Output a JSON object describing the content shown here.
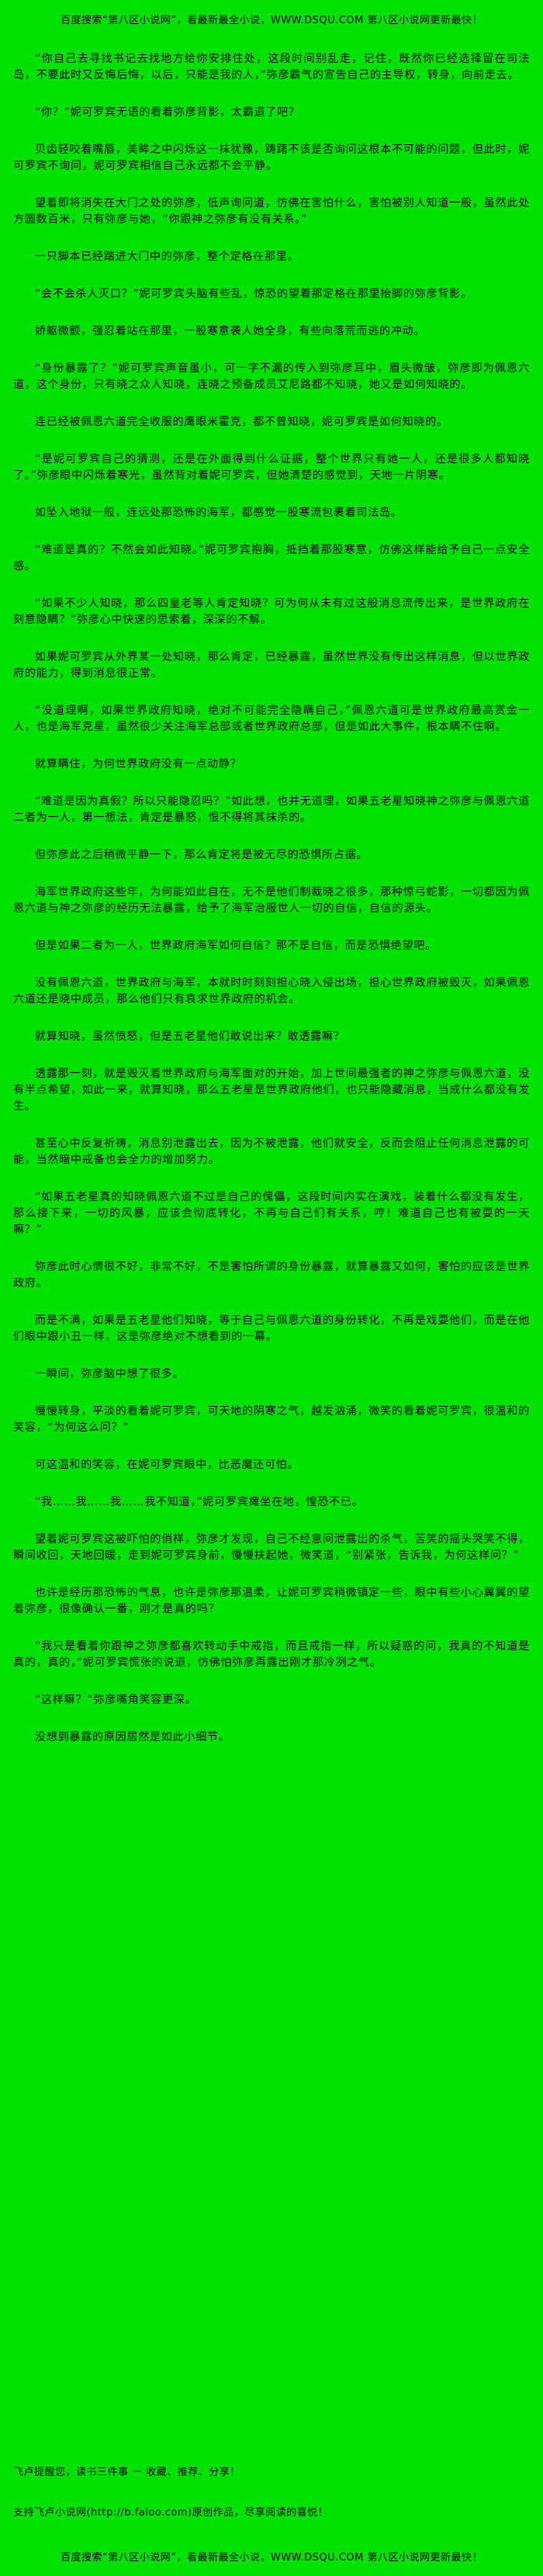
{
  "page": {
    "colors": {
      "background": "#00e300",
      "text": "#000000"
    },
    "header": {
      "promo": "百度搜索“第八区小说网”，看最新最全小说，WWW.DSQU.COM  第八区小说网更新最快！"
    },
    "content": {
      "paragraphs": [
        "“你自己去寻找书记去找地方给你安排住处，这段时间别乱走，记住，既然你已经选择留在司法岛，不要此时又反悔后悔，以后，只能是我的人，”弥彦霸气的宣告自己的主导权，转身，向前走去。",
        "“你？”妮可罗宾无语的看着弥彦背影，太霸道了吧？",
        "贝齿轻咬着嘴唇，美眸之中闪烁这一抹犹豫，踌躇不该是否询问这根本不可能的问题，但此时，妮可罗宾不询问，妮可罗宾相信自己永远都不会平静。",
        "望着即将消失在大门之处的弥彦，低声询问道，仿佛在害怕什么，害怕被别人知道一般，虽然此处方圆数百米，只有弥彦与她，“你跟神之弥彦有没有关系。”",
        "一只脚本已经踏进大门中的弥彦，整个定格在那里。",
        "“会不会杀人灭口？”妮可罗宾头脑有些乱，惊恐的望着那定格在那里抬脚的弥彦背影。",
        "娇躯微颤，强忍着站在那里，一股寒意袭人她全身，有些向落荒而逃的冲动。",
        "“身份暴露了？”妮可罗宾声音虽小，可一字不漏的传入到弥彦耳中，眉头微皱，弥彦即为佩恩六道，这个身份，只有晓之众人知晓，连晓之预备成员艾尼路都不知晓，她又是如何知晓的。",
        "连已经被佩恩六道完全收服的鹰眼米霍克，都不曾知晓，妮可罗宾是如何知晓的。",
        "“是妮可罗宾自己的猜测，还是在外面得到什么证据，整个世界只有她一人，还是很多人都知晓了。”弥彦眼中闪烁着寒光，虽然背对着妮可罗宾，但她清楚的感觉到，天地一片阴寒。",
        "如坠入地狱一般，连远处那恐怖的海军，都感觉一股寒流包裹着司法岛。",
        "“难道是真的？不然会如此知晓。”妮可罗宾抱胸，抵挡着那股寒意，仿佛这样能给予自己一点安全感。",
        "“如果不少人知晓，那么四皇老等人肯定知晓？可为何从未有过这般消息流传出来，是世界政府在刻意隐瞒？”弥彦心中快速的思索着，深深的不解。",
        "如果妮可罗宾从外界某一处知晓，那么肯定，已经暴露，虽然世界没有传出这样消息，但以世界政府的能力，得到消息很正常。",
        "“没道理啊，如果世界政府知晓，绝对不可能完全隐瞒自己，”佩恩六道可是世界政府最高赏金一人，也是海军克星，虽然很少关注海军总部或者世界政府总部，但是如此大事件，根本瞒不住啊。",
        "就算瞒住，为何世界政府没有一点动静？",
        "“难道是因为真假？所以只能隐忍吗？”如此想，也并无道理，如果五老星知晓神之弥彦与佩恩六道二者为一人，第一想法，肯定是暴怒，恨不得将其抹杀的。",
        "但弥彦此之后稍微平静一下，那么肯定将是被无尽的恐惧所占据。",
        "海军世界政府这些年，为何能如此自在，无不是他们制裁晓之很多，那种惊弓蛇影，一切都因为佩恩六道与神之弥彦的经历无法暴露，给予了海军治服世人一切的自信，自信的源头。",
        "但是如果二者为一人，世界政府海军如何自信？那不是自信，而是恐惧绝望吧。",
        "没有佩恩六道，世界政府与海军，本就时时刻刻担心晓入侵出场，担心世界政府被毁灭，如果佩恩六道还是晓中成员，那么他们只有哀求世界政府的机会。",
        "就算知晓，虽然愤怒，但是五老星他们敢说出来？敢透露嘛？",
        "透露那一刻，就是毁灭着世界政府与海军面对的开始，加上世间最强者的神之弥彦与佩恩六道，没有半点希望，如此一来，就算知晓，那么五老星是世界政府他们，也只能隐藏消息，当成什么都没有发生。",
        "甚至心中反复祈祷，消息别泄露出去，因为不被泄露，他们就安全，反而会阻止任何消息泄露的可能，当然暗中戒备也会全力的增加努力。",
        "“如果五老星真的知晓佩恩六道不过是自己的傀儡，这段时间内实在演戏，装着什么都没有发生，那么接下来，一切的风暴，应该会彻底转化，不再与自己们有关系，哼！难道自己也有被耍的一天嘛？”",
        "弥彦此时心情很不好，非常不好，不是害怕所谓的身份暴露，就算暴露又如何，害怕的应该是世界政府。",
        "而是不满，如果是五老星他们知晓，等于自己与佩恩六道的身份转化，不再是戏耍他们，而是在他们眼中跟小丑一样，这是弥彦绝对不想看到的一幕。",
        "一瞬间，弥彦脑中想了很多。",
        "慢慢转身，平淡的看着妮可罗宾，可天地的阴寒之气，越发汹涌，微笑的看着妮可罗宾，很温和的笑容，“为何这么问？”",
        "可这温和的笑容，在妮可罗宾眼中，比恶魔还可怕。",
        "“我……我……我……我不知道，”妮可罗宾瘫坐在地，惶恐不已。",
        "望着妮可罗宾这被吓怕的俏样，弥彦才发现，自己不经意间泄露出的杀气，苦笑的摇头哭笑不得，瞬间收回，天地回暖，走到妮可罗宾身前，慢慢扶起她，微笑道，“别紧张，告诉我，为何这样问？”",
        "也许是经历那恐怖的气息，也许是弥彦那温柔，让妮可罗宾稍微镇定一些，眼中有些小心翼翼的望着弥彦，很像确认一番，刚才是真的吗？",
        "“我只是看着你跟神之弥彦都喜欢转动手中戒指，而且戒指一样，所以疑惑的问，我真的不知道是真的，真的，”妮可罗宾慌张的说道，仿佛怕弥彦再露出刚才那冷冽之气。",
        "“这样嘛？”弥彦嘴角笑容更深。",
        "没想到暴露的原因居然是如此小细节。"
      ]
    },
    "footer": {
      "reminder": "飞卢提醒您，读书三件事 － 收藏、推荐、分享！",
      "support": "支持飞卢小说网(http://b.faloo.com)原创作品，尽享阅读的喜悦！",
      "promo": "百度搜索“第八区小说网”，看最新最全小说，WWW.DSQU.COM  第八区小说网更新最快！"
    }
  }
}
